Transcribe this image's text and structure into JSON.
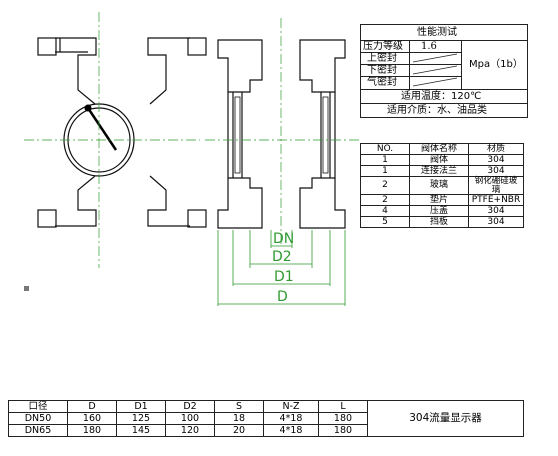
{
  "perf_table": {
    "title": "性能测试",
    "pressure_label": "压力等级",
    "pressure_value": "1.6",
    "upper_seal": "上密封",
    "lower_seal": "下密封",
    "air_seal": "气密封",
    "unit": "Mpa（1b）",
    "temp": "适用温度：120℃",
    "medium": "适用介质：水、油品类"
  },
  "parts_table": {
    "headers": [
      "NO.",
      "阀体名称",
      "材质"
    ],
    "rows": [
      [
        "1",
        "阀体",
        "304"
      ],
      [
        "1",
        "连接法兰",
        "304"
      ],
      [
        "2",
        "玻璃",
        "钢化硼硅玻璃"
      ],
      [
        "2",
        "垫片",
        "PTFE+NBR"
      ],
      [
        "4",
        "压盖",
        "304"
      ],
      [
        "5",
        "挡板",
        "304"
      ]
    ]
  },
  "dims": {
    "dn": "DN",
    "d2": "D2",
    "d1": "D1",
    "d": "D"
  },
  "size_table": {
    "headers": [
      "口径",
      "D",
      "D1",
      "D2",
      "S",
      "N-Z",
      "L"
    ],
    "rows": [
      [
        "DN50",
        "160",
        "125",
        "100",
        "18",
        "4*18",
        "180"
      ],
      [
        "DN65",
        "180",
        "145",
        "120",
        "20",
        "4*18",
        "180"
      ]
    ],
    "product": "304流量显示器"
  }
}
